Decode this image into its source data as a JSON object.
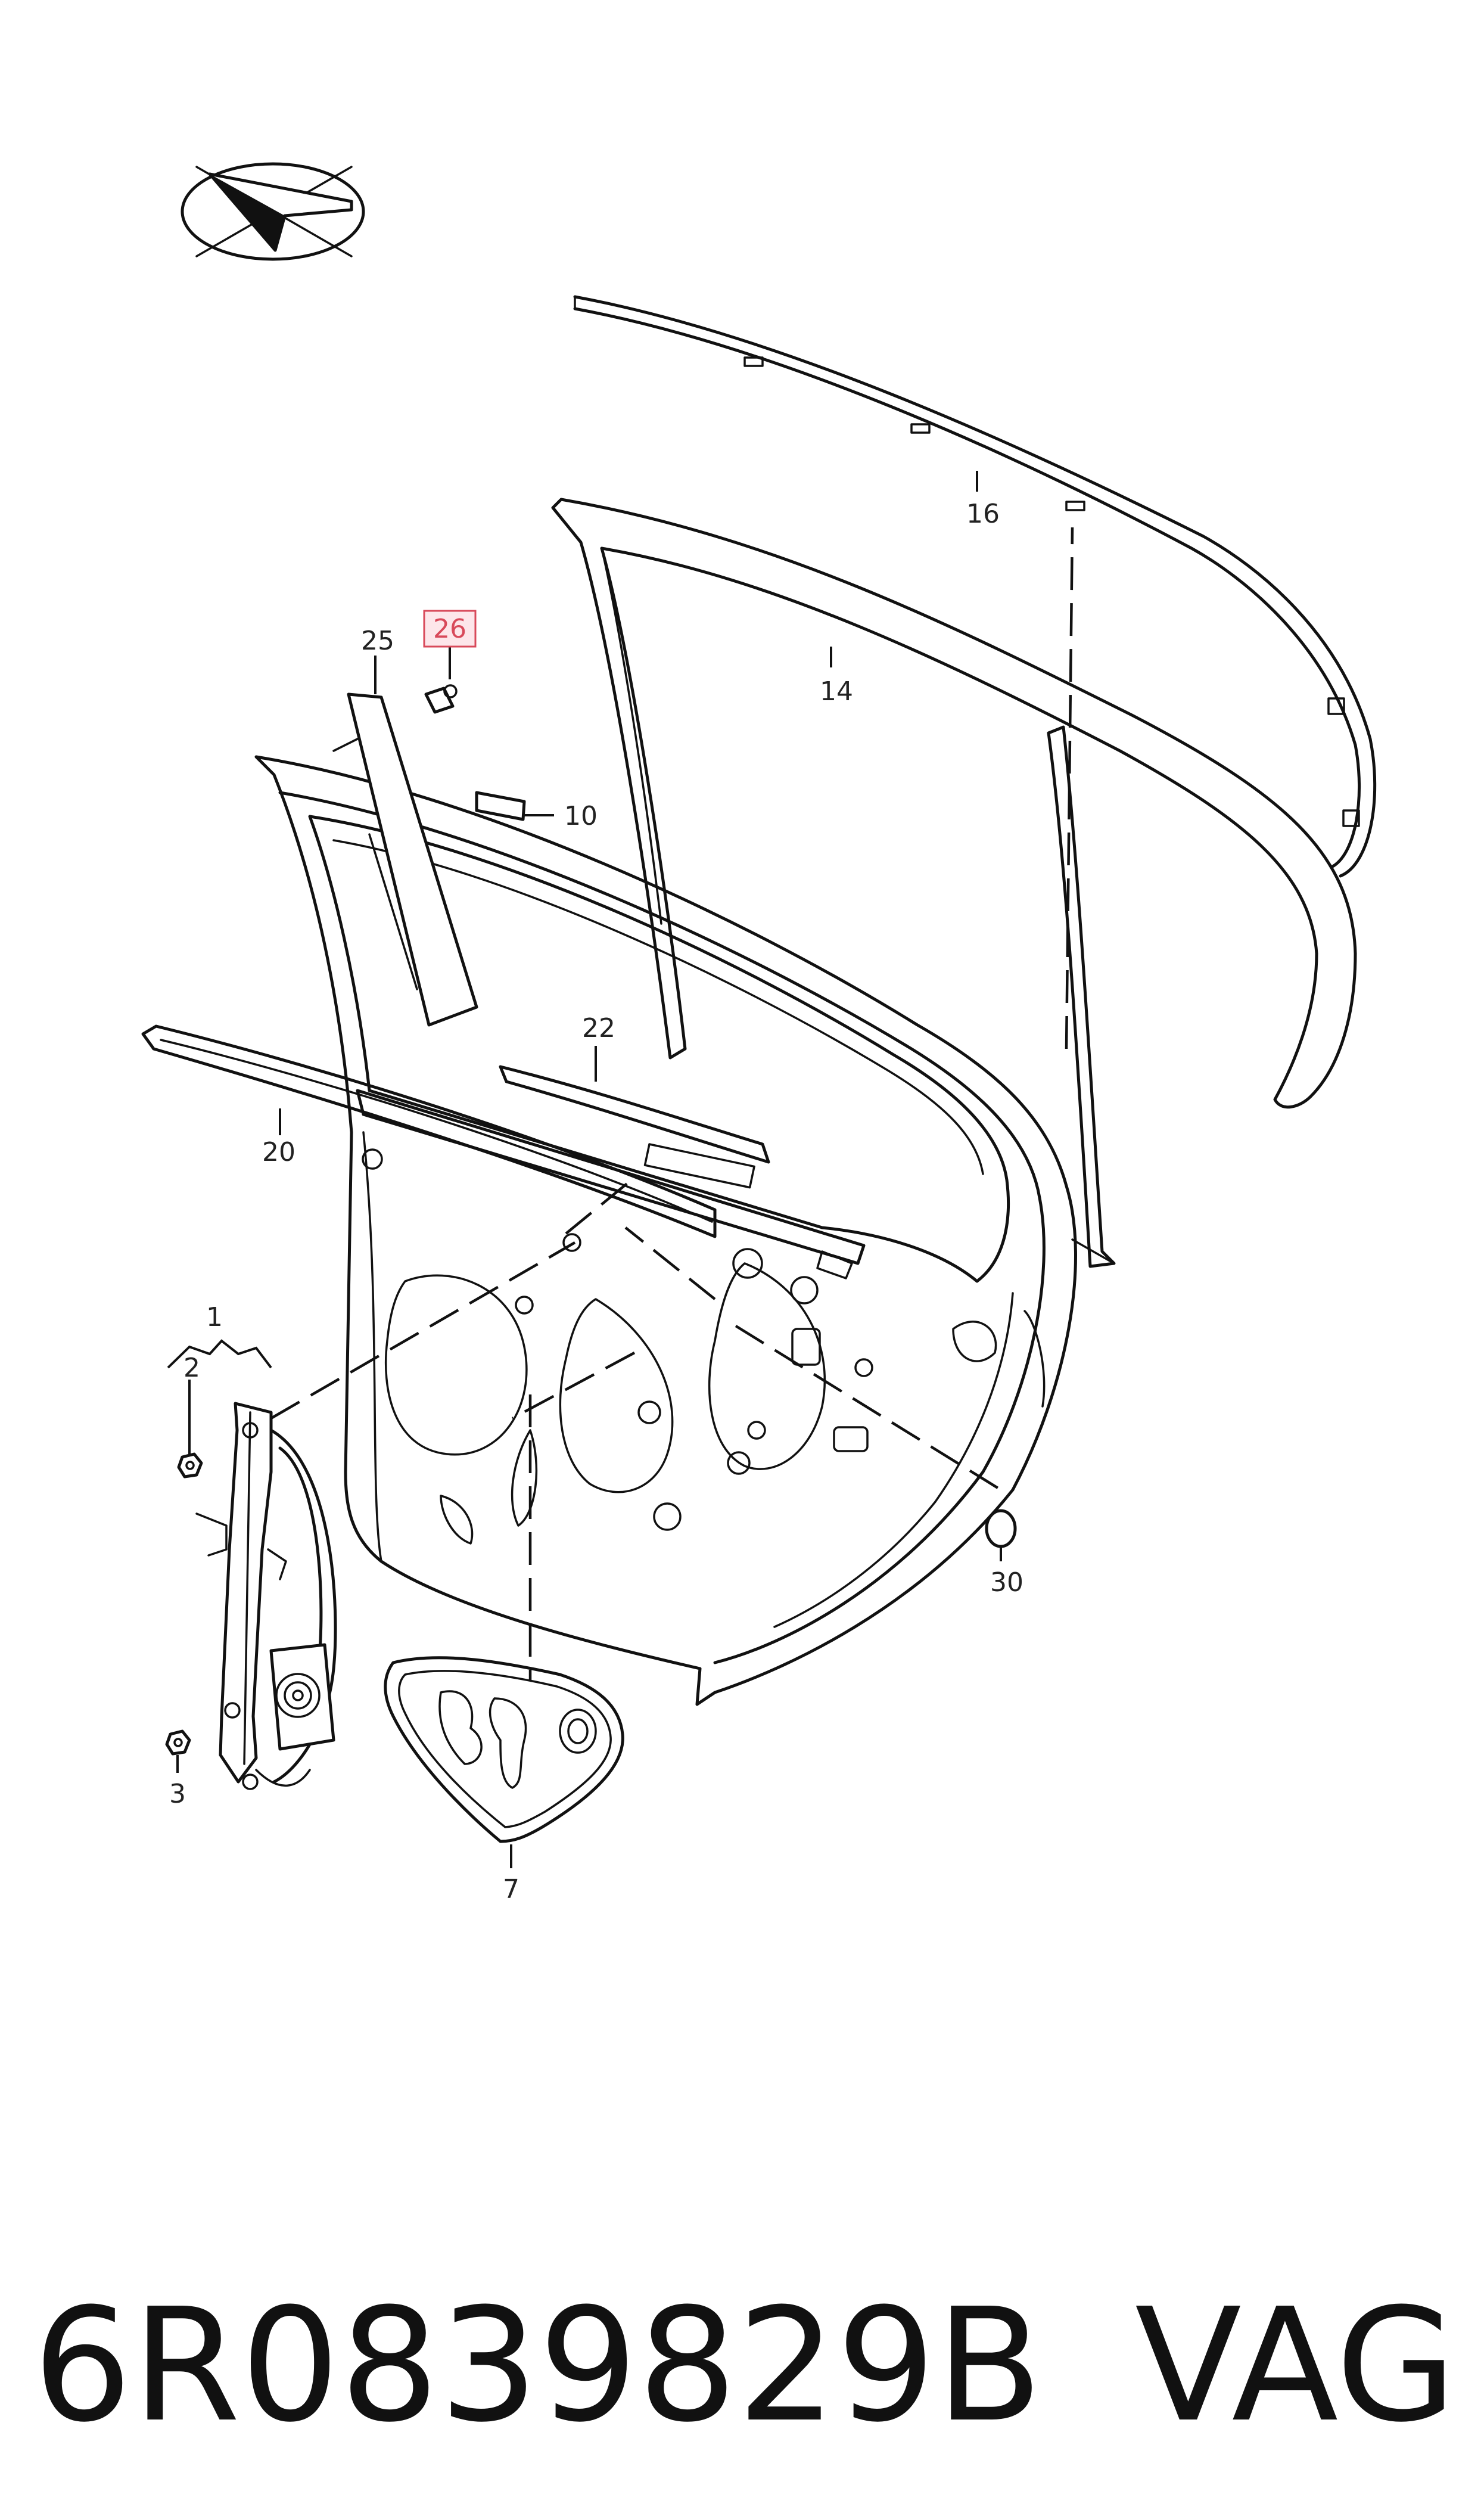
{
  "callouts": {
    "c1": "1",
    "c2": "2",
    "c3": "3",
    "c7": "7",
    "c10": "10",
    "c14": "14",
    "c16": "16",
    "c20": "20",
    "c22": "22",
    "c25": "25",
    "c26": "26",
    "c30": "30"
  },
  "highlighted_callout": "26",
  "footer": {
    "part_number": "6R0839829B",
    "brand": "VAG"
  },
  "colors": {
    "line": "#111111",
    "highlight": "#d8495a",
    "highlight_fill": "#fde6ea"
  }
}
